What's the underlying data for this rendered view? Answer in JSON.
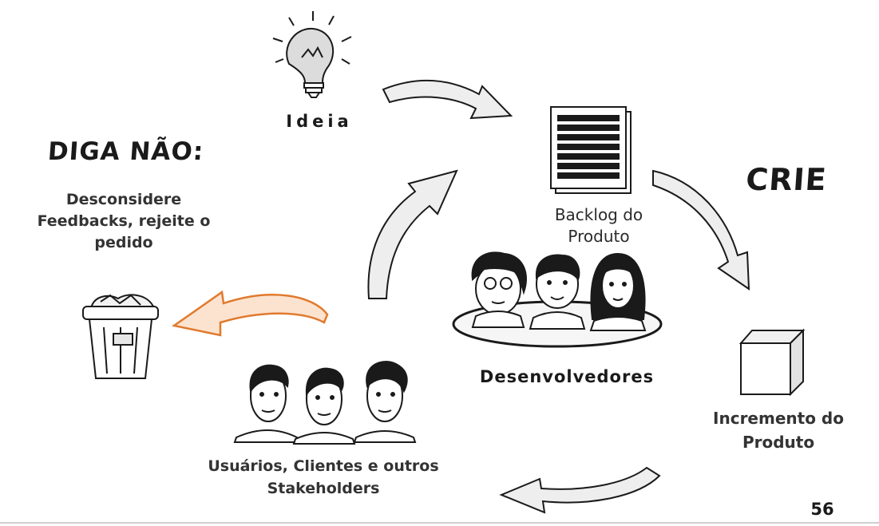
{
  "labels": {
    "ideia": "Ideia",
    "backlog_line1": "Backlog do",
    "backlog_line2": "Produto",
    "crie": "CRIE",
    "diga_nao": "DIGA NÃO:",
    "desc_line1": "Desconsidere",
    "desc_line2": "Feedbacks, rejeite o",
    "desc_line3": "pedido",
    "desenvolvedores": "Desenvolvedores",
    "incremento_line1": "Incremento do",
    "incremento_line2": "Produto",
    "usuarios_line1": "Usuários, Clientes e outros",
    "usuarios_line2": "Stakeholders",
    "page_number": "56"
  },
  "colors": {
    "ink": "#1a1a1a",
    "arrow_fill": "#eeeeee",
    "reject_arrow": "#e07a2e",
    "reject_arrow_fill": "#fbe3cf"
  },
  "icons": [
    "lightbulb-icon",
    "document-stack-icon",
    "cube-icon",
    "trash-can-icon",
    "people-icon"
  ]
}
